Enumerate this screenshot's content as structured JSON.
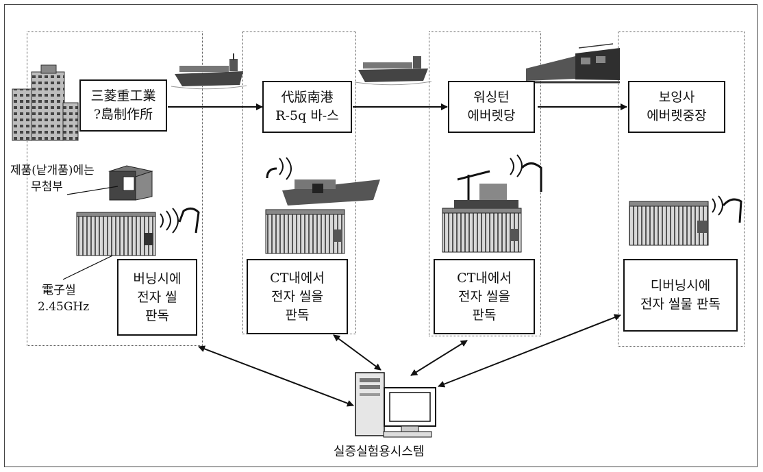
{
  "stages": [
    {
      "name_lines": [
        "三菱重工業",
        "?島制作所"
      ],
      "read_lines": [
        "버닝시에",
        "전자 씰",
        "판독"
      ]
    },
    {
      "name_lines": [
        "代版南港",
        "R-5q 바-스"
      ],
      "read_lines": [
        "CT내에서",
        "전자 씰을",
        "판독"
      ]
    },
    {
      "name_lines": [
        "워싱턴",
        "에버렛당"
      ],
      "read_lines": [
        "CT내에서",
        "전자 씰을",
        "판독"
      ]
    },
    {
      "name_lines": [
        "보잉사",
        "에버렛중장"
      ],
      "read_lines": [
        "디버닝시에",
        "전자 씰물 판독"
      ]
    }
  ],
  "product_note": [
    "제품(낱개품)에는",
    "무첨부"
  ],
  "seal_note": [
    "電子씰",
    "2.45GHz"
  ],
  "system_label": "실증실험용시스템",
  "icons": [
    "factory-building-icon",
    "cargo-ship-icon",
    "freight-train-icon",
    "crate-icon",
    "container-icon",
    "rfid-reader-icon",
    "ship-loading-icon",
    "crane-ship-icon",
    "computer-workstation-icon"
  ]
}
